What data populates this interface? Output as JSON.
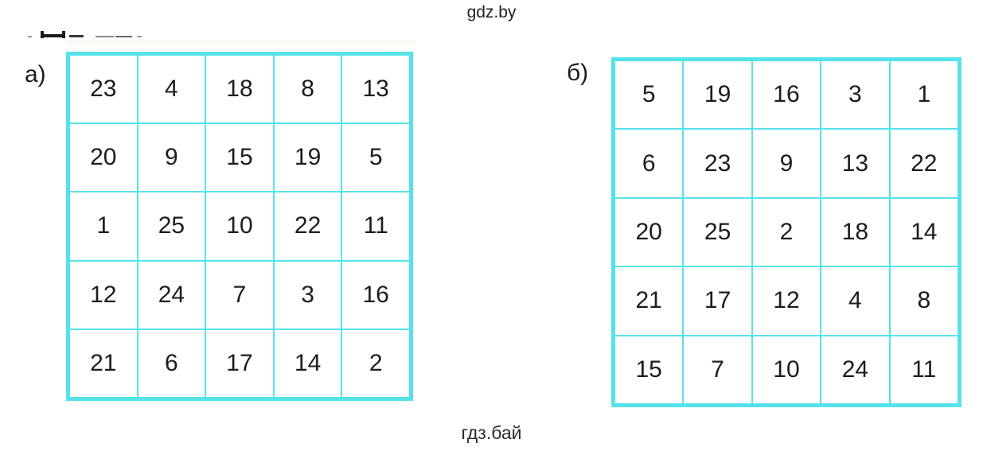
{
  "page": {
    "watermark_top": "gdz.by",
    "watermark_bottom": "гдз.бай"
  },
  "colors": {
    "grid_border": "#55e3ea",
    "text": "#1c1c1c",
    "background": "#ffffff"
  },
  "grids": [
    {
      "label": "а)",
      "rows": [
        [
          "23",
          "4",
          "18",
          "8",
          "13"
        ],
        [
          "20",
          "9",
          "15",
          "19",
          "5"
        ],
        [
          "1",
          "25",
          "10",
          "22",
          "11"
        ],
        [
          "12",
          "24",
          "7",
          "3",
          "16"
        ],
        [
          "21",
          "6",
          "17",
          "14",
          "2"
        ]
      ]
    },
    {
      "label": "б)",
      "rows": [
        [
          "5",
          "19",
          "16",
          "3",
          "1"
        ],
        [
          "6",
          "23",
          "9",
          "13",
          "22"
        ],
        [
          "20",
          "25",
          "2",
          "18",
          "14"
        ],
        [
          "21",
          "17",
          "12",
          "4",
          "8"
        ],
        [
          "15",
          "7",
          "10",
          "24",
          "11"
        ]
      ]
    }
  ]
}
